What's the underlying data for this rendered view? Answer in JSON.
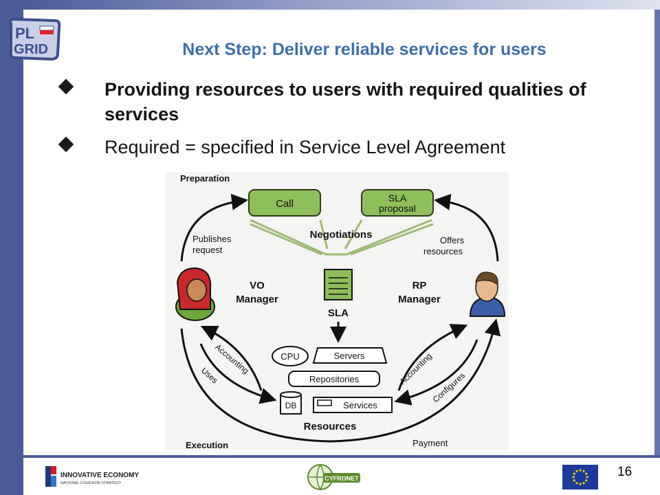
{
  "slide": {
    "title": "Next Step: Deliver reliable services for users",
    "page_number": "16"
  },
  "bullets": [
    {
      "text": "Providing resources to users with required qualities of services"
    },
    {
      "text": "Required = specified in Service Level Agreement"
    }
  ],
  "logos": {
    "plgrid_line1": "PL",
    "plgrid_line2": "GRID",
    "innovative_economy": "INNOVATIVE ECONOMY",
    "innovative_economy_sub": "NATIONAL COHESION STRATEGY",
    "cyfronet": "CYFRONET"
  },
  "diagram": {
    "preparation": "Preparation",
    "execution": "Execution",
    "call": "Call",
    "sla_proposal_line1": "SLA",
    "sla_proposal_line2": "proposal",
    "negotiations": "Negotiations",
    "publishes_line1": "Publishes",
    "publishes_line2": "request",
    "offers_line1": "Offers",
    "offers_line2": "resources",
    "vo_line1": "VO",
    "vo_line2": "Manager",
    "rp_line1": "RP",
    "rp_line2": "Manager",
    "sla": "SLA",
    "cpu": "CPU",
    "servers": "Servers",
    "repositories": "Repositories",
    "db": "DB",
    "services": "Services",
    "resources": "Resources",
    "accounting_left": "Accounting",
    "uses": "Uses",
    "accounting_right": "Accounting",
    "configures": "Configures",
    "payment": "Payment"
  },
  "colors": {
    "frame": "#4a5c9a",
    "title": "#3d6fa9",
    "green_box": "#8fbf5a",
    "green_line": "#9dba73"
  }
}
